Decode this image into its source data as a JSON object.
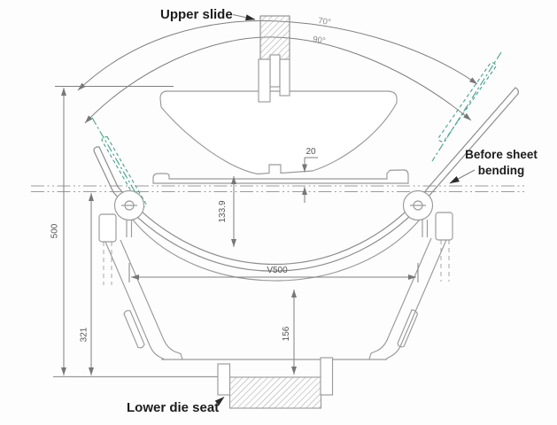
{
  "diagram": {
    "labels": {
      "upper_slide": "Upper slide",
      "lower_die_seat": "Lower die seat",
      "before_sheet_bending_line1": "Before sheet",
      "before_sheet_bending_line2": "bending"
    },
    "dimensions": {
      "total_height": "500",
      "centerline_to_seat": "321",
      "punch_to_sheet_gap": "20",
      "bend_depth": "133.9",
      "die_opening": "V500",
      "die_web_clearance": "156"
    },
    "angles": {
      "outer_arc": "70°",
      "inner_arc": "90°"
    },
    "colors": {
      "accent_green": "#47a18a",
      "line_gray": "#9a9a9a",
      "dim_text": "#555555",
      "text_dark": "#1c1c1c"
    }
  }
}
